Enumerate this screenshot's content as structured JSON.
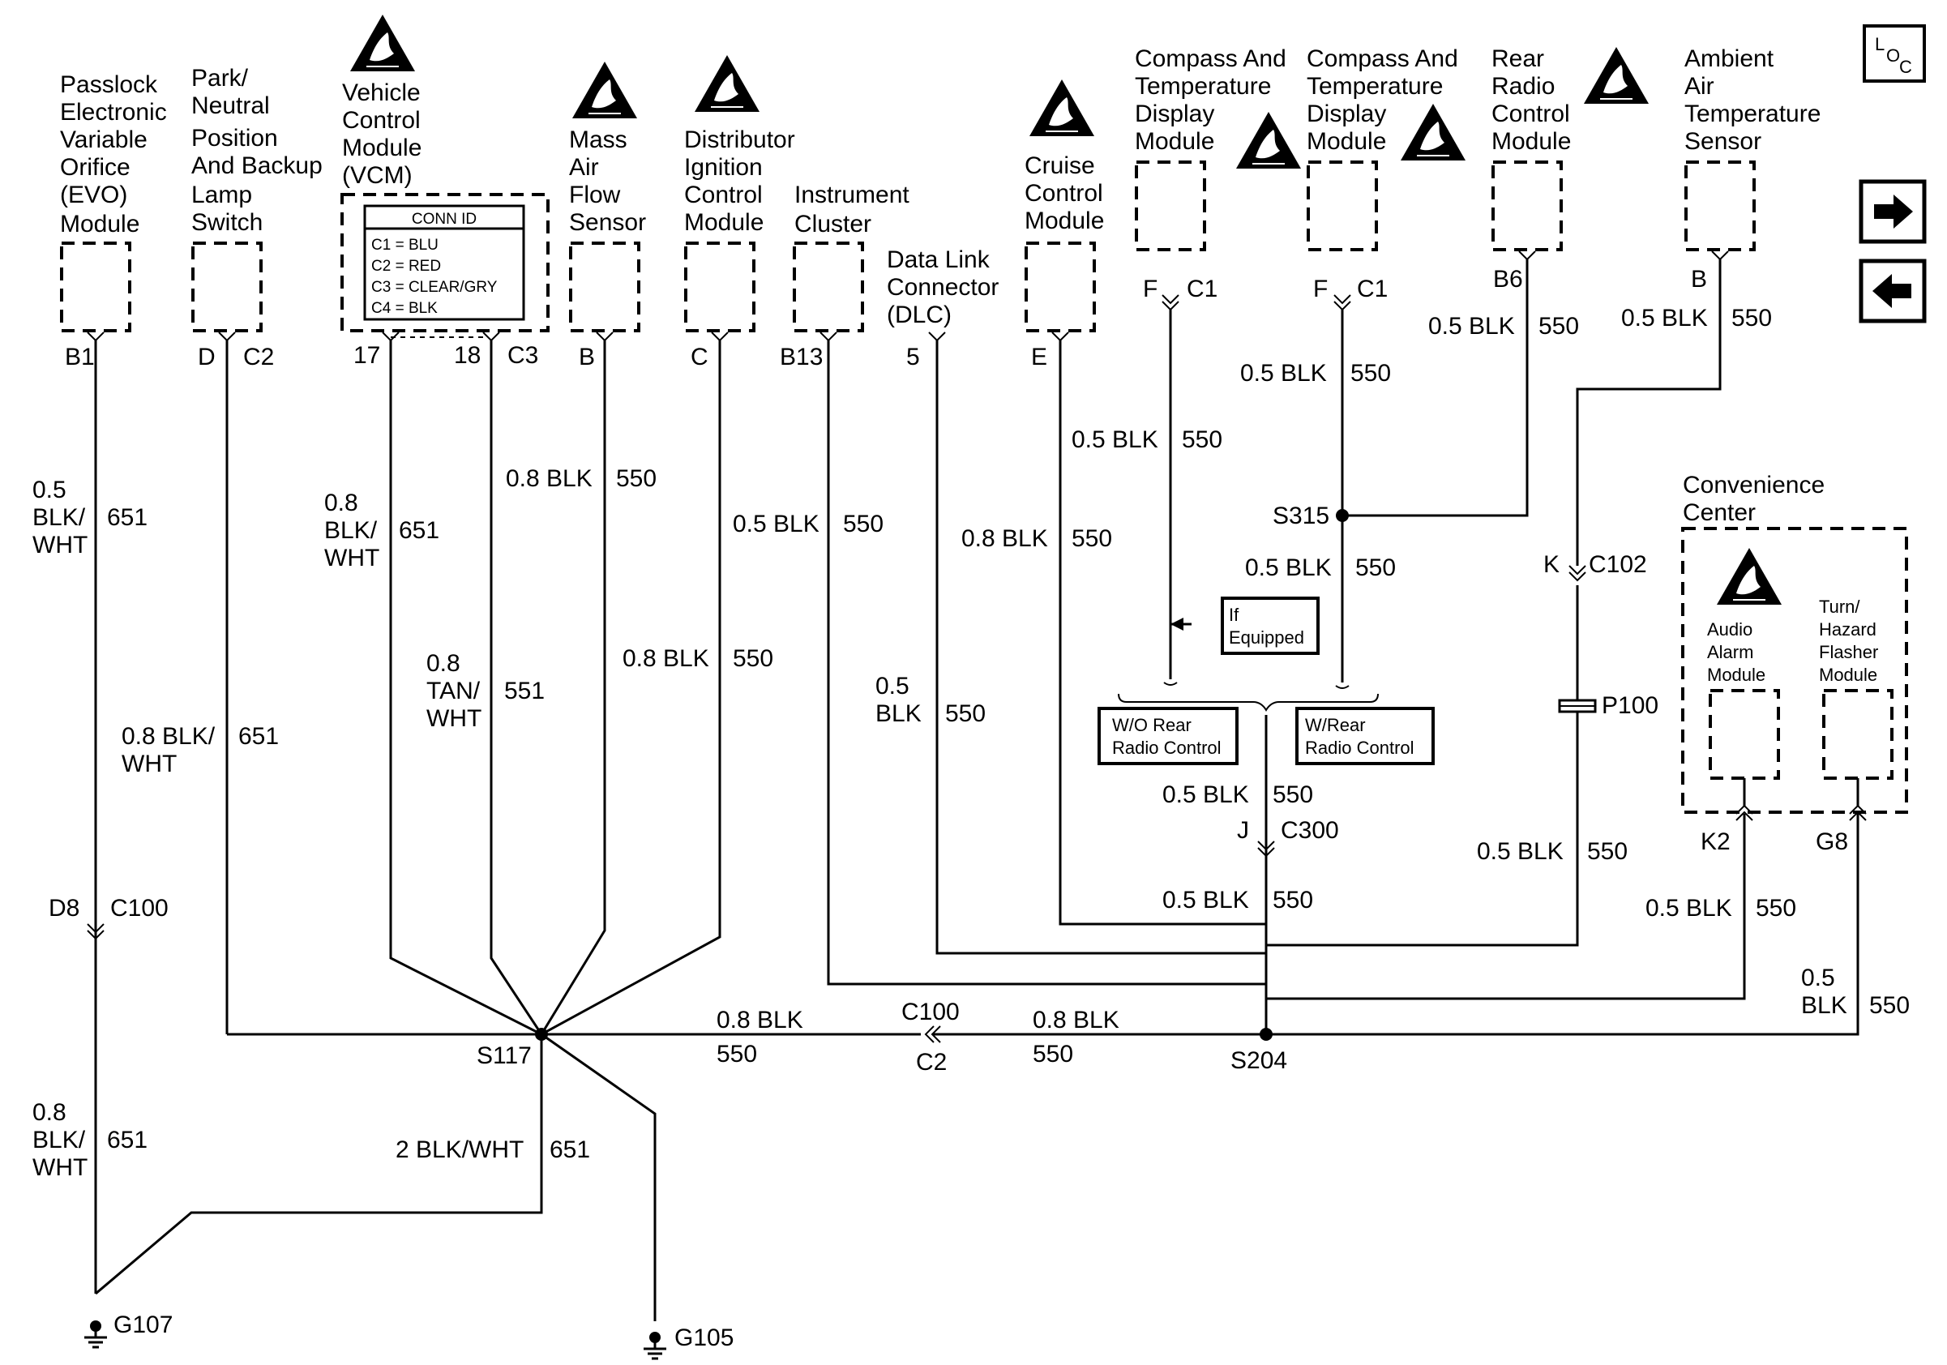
{
  "loc_label": "LOC",
  "modules": {
    "passlock": [
      "Passlock",
      "Electronic",
      "Variable",
      "Orifice",
      "(EVO)",
      "Module"
    ],
    "park_neutral": [
      "Park/",
      "Neutral",
      "Position",
      "And Backup",
      "Lamp",
      "Switch"
    ],
    "vcm": [
      "Vehicle",
      "Control",
      "Module",
      "(VCM)"
    ],
    "maf": [
      "Mass",
      "Air",
      "Flow",
      "Sensor"
    ],
    "dis": [
      "Distributor",
      "Ignition",
      "Control",
      "Module"
    ],
    "cluster": [
      "Instrument",
      "Cluster"
    ],
    "dlc": [
      "Data Link",
      "Connector",
      "(DLC)"
    ],
    "cruise": [
      "Cruise",
      "Control",
      "Module"
    ],
    "compass1": [
      "Compass And",
      "Temperature",
      "Display",
      "Module"
    ],
    "compass2": [
      "Compass And",
      "Temperature",
      "Display",
      "Module"
    ],
    "rear_radio": [
      "Rear",
      "Radio",
      "Control",
      "Module"
    ],
    "ambient": [
      "Ambient",
      "Air",
      "Temperature",
      "Sensor"
    ],
    "convenience": [
      "Convenience",
      "Center"
    ],
    "audio_alarm": [
      "Audio",
      "Alarm",
      "Module"
    ],
    "turn_hazard": [
      "Turn/",
      "Hazard",
      "Flasher",
      "Module"
    ]
  },
  "conn_id": {
    "title": "CONN ID",
    "rows": [
      "C1 = BLU",
      "C2 = RED",
      "C3 = CLEAR/GRY",
      "C4 = BLK"
    ]
  },
  "pins": {
    "passlock": "B1",
    "park_d": "D",
    "park_c2": "C2",
    "vcm_17": "17",
    "vcm_18": "18",
    "vcm_c3": "C3",
    "maf": "B",
    "dis": "C",
    "cluster": "B13",
    "dlc": "5",
    "cruise": "E",
    "compass1_pin": "F",
    "compass1_conn": "C1",
    "compass2_pin": "F",
    "compass2_conn": "C1",
    "rear_radio": "B6",
    "ambient": "B",
    "audio_alarm": "K2",
    "turn_hazard": "G8"
  },
  "wires": {
    "w1_size": "0.5",
    "w1_color": [
      "BLK/",
      "WHT"
    ],
    "w1_circuit": "651",
    "w2": "0.8 BLK/",
    "w2b": "WHT",
    "w2_circuit": "651",
    "w3_size": "0.8",
    "w3_color": [
      "BLK/",
      "WHT"
    ],
    "w3_circuit": "651",
    "w4_size": "0.8",
    "w4_color": [
      "TAN/",
      "WHT"
    ],
    "w4_circuit": "551",
    "w5": "0.8 BLK",
    "w5_circuit": "550",
    "w6": "0.8 BLK",
    "w6_circuit": "550",
    "w7": "0.5 BLK",
    "w7_circuit": "550",
    "w8_size": "0.5",
    "w8_color": "BLK",
    "w8_circuit": "550",
    "w9": "0.8 BLK",
    "w9_circuit": "550",
    "w10": "0.5 BLK",
    "w10_circuit": "550",
    "w11": "0.5 BLK",
    "w11_circuit": "550",
    "w12": "0.5 BLK",
    "w12_circuit": "550",
    "w13": "0.5 BLK",
    "w13_circuit": "550",
    "w14": "0.5 BLK",
    "w14_circuit": "550",
    "w15": "0.5 BLK",
    "w15_circuit": "550",
    "w16": "0.5 BLK",
    "w16_circuit": "550",
    "w17": "0.5 BLK",
    "w17_circuit": "550",
    "w18": "0.5 BLK",
    "w18_circuit": "550",
    "w19_size": "0.5",
    "w19_color": "BLK",
    "w19_circuit": "550",
    "w20_size": "0.8",
    "w20_color": [
      "BLK/",
      "WHT"
    ],
    "w20_circuit": "651",
    "w21": "2 BLK/WHT",
    "w21_circuit": "651",
    "bus_left": "0.8 BLK",
    "bus_left_circuit": "550",
    "bus_right": "0.8 BLK",
    "bus_right_circuit": "550"
  },
  "connectors": {
    "c100_left_pin": "D8",
    "c100_left": "C100",
    "c100_mid_top": "C100",
    "c100_mid_bottom": "C2",
    "c102_pin": "K",
    "c102": "C102",
    "c300_pin": "J",
    "c300": "C300",
    "p100": "P100"
  },
  "splices": {
    "s117": "S117",
    "s204": "S204",
    "s315": "S315"
  },
  "grounds": {
    "g107": "G107",
    "g105": "G105"
  },
  "options": {
    "if_equipped": [
      "If",
      "Equipped"
    ],
    "wo_rear": [
      "W/O Rear",
      "Radio Control"
    ],
    "w_rear": [
      "W/Rear",
      "Radio Control"
    ]
  }
}
